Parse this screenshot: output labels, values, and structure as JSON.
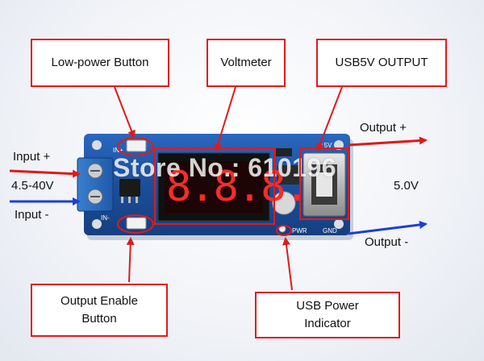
{
  "callouts": {
    "low_power_button": "Low-power Button",
    "voltmeter": "Voltmeter",
    "usb_output": "USB5V OUTPUT",
    "output_enable": "Output Enable Button",
    "usb_power_indicator": "USB Power Indicator"
  },
  "labels": {
    "input_plus": "Input +",
    "input_range": "4.5-40V",
    "input_minus": "Input -",
    "output_plus": "Output +",
    "output_voltage": "5.0V",
    "output_minus": "Output -"
  },
  "watermark": "Store No.: 610196",
  "colors": {
    "callout_border": "#e01a1a",
    "arrow_red": "#e01a1a",
    "arrow_blue": "#1a3fd6",
    "pcb_blue": "#1b4f9c",
    "display_red": "#ff2a2a"
  },
  "board": {
    "display_digits": "8.8.8.",
    "silkscreen": {
      "in_plus": "IN+",
      "in_minus": "IN-",
      "out_plus": "+5V",
      "pwr": "PWR",
      "gnd": "GND"
    }
  }
}
